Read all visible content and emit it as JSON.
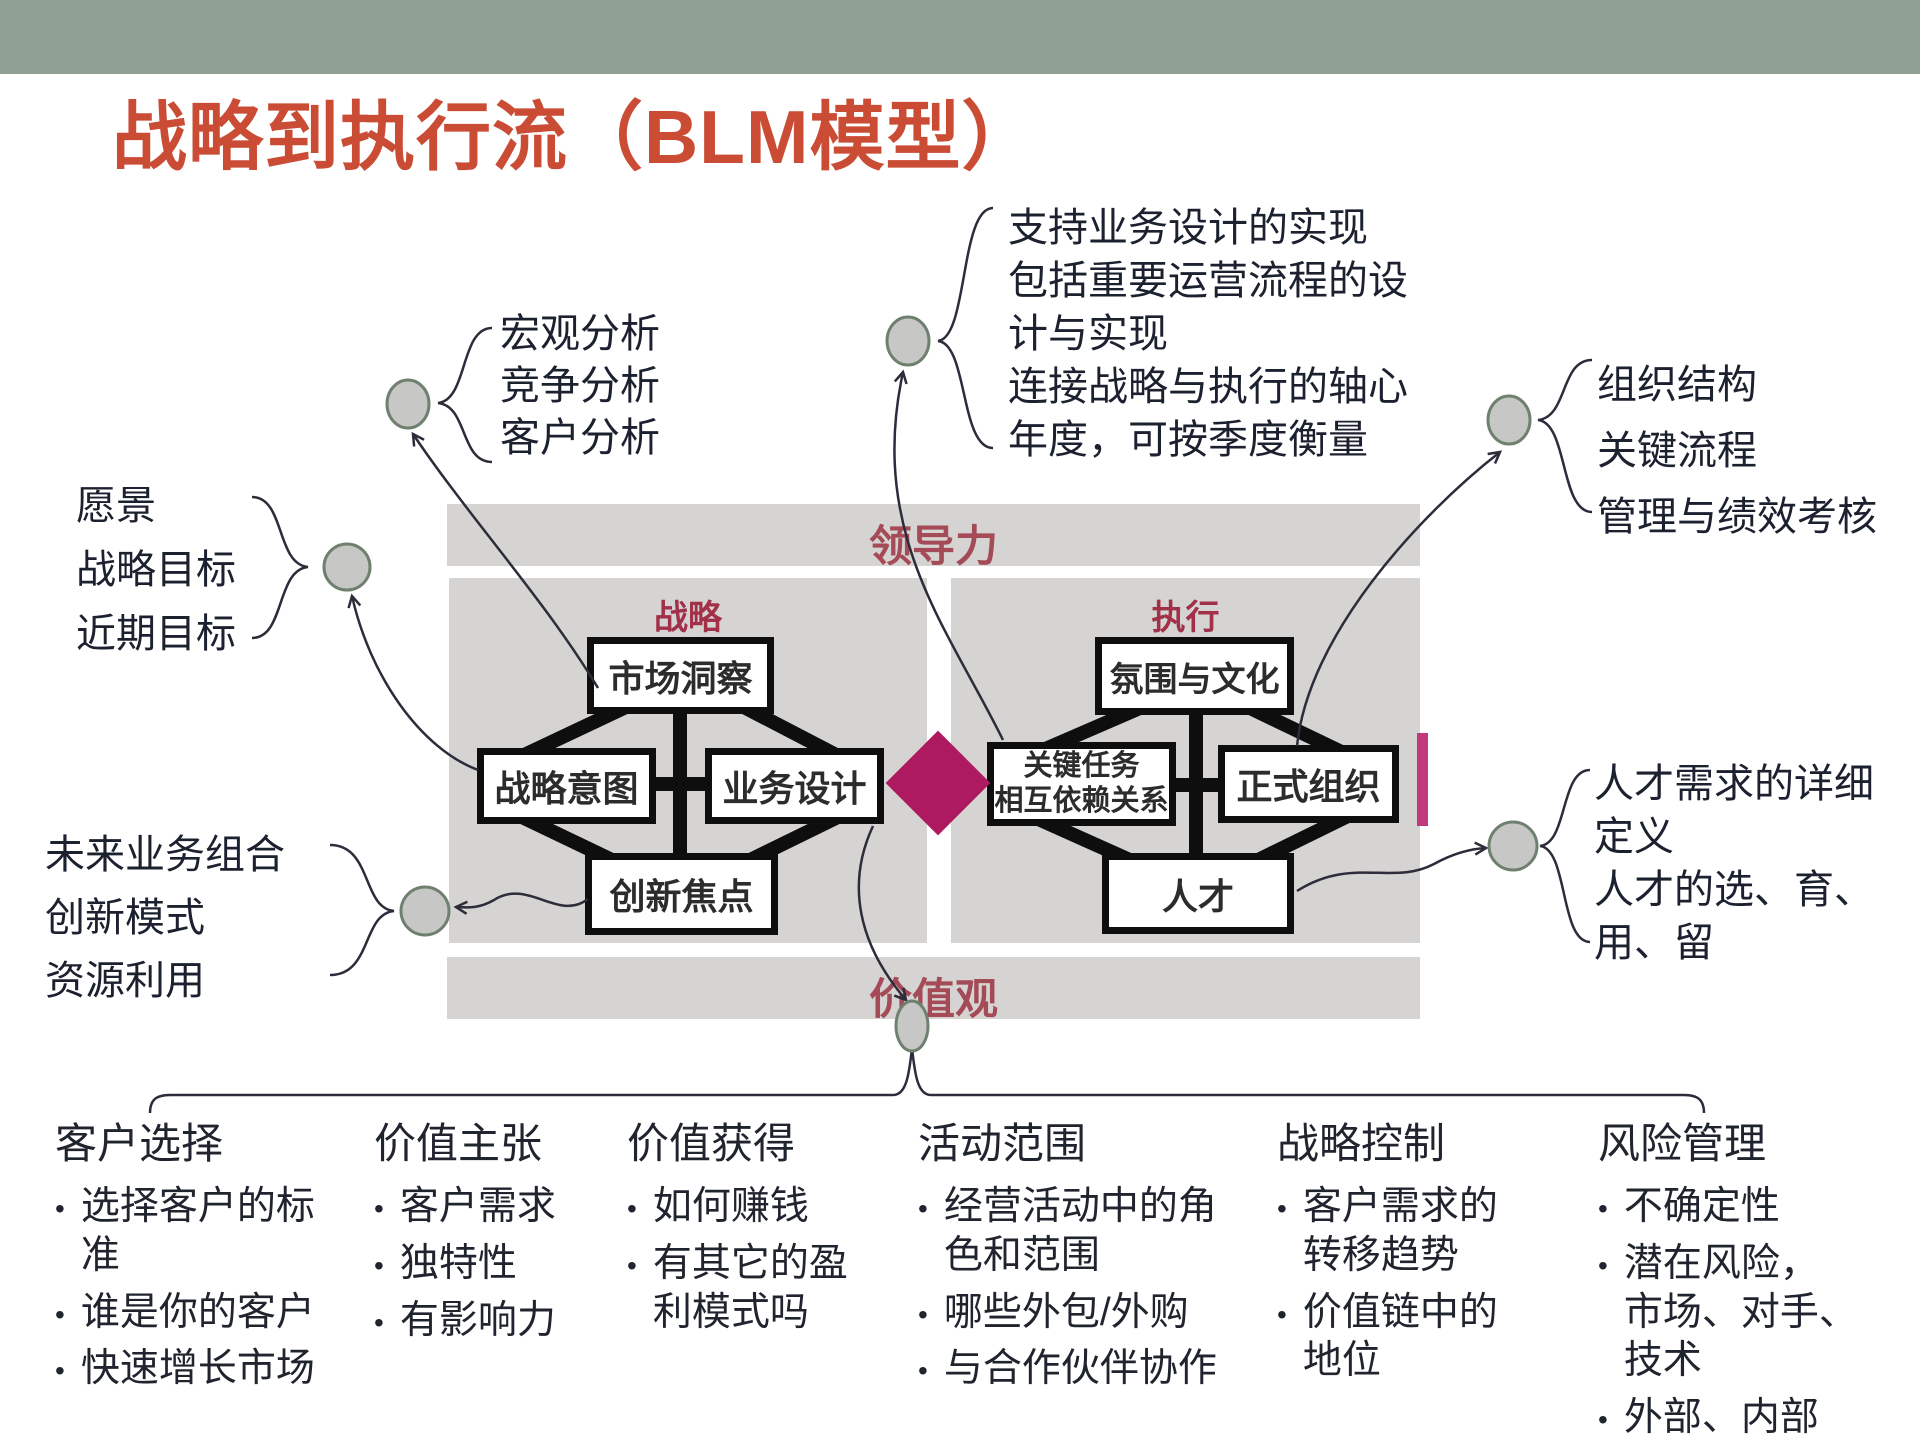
{
  "title": "战略到执行流（BLM模型）",
  "diagram": {
    "leadership_label": "领导力",
    "values_label": "价值观",
    "strategy": {
      "label": "战略",
      "top_box": "市场洞察",
      "left_box": "战略意图",
      "right_box": "业务设计",
      "bottom_box": "创新焦点"
    },
    "execution": {
      "label": "执行",
      "top_box": "氛围与文化",
      "left_box": "关键任务\n相互依赖关系",
      "right_box": "正式组织",
      "bottom_box": "人才"
    }
  },
  "callouts": {
    "market_analysis": {
      "lines": [
        "宏观分析",
        "竞争分析",
        "客户分析"
      ]
    },
    "vision": {
      "lines": [
        "愿景",
        "战略目标",
        "近期目标"
      ]
    },
    "future_business": {
      "lines": [
        "未来业务组合",
        "创新模式",
        "资源利用"
      ]
    },
    "design_support": {
      "lines": [
        "支持业务设计的实现",
        "包括重要运营流程的设",
        "计与实现",
        "连接战略与执行的轴心",
        "年度，可按季度衡量"
      ]
    },
    "organization": {
      "lines": [
        "组织结构",
        "关键流程",
        "管理与绩效考核"
      ]
    },
    "talent": {
      "lines": [
        "人才需求的详细",
        "定义",
        "人才的选、育、",
        "用、留"
      ]
    }
  },
  "bottom_sections": [
    {
      "title": "客户选择",
      "bullets": [
        "选择客户的标\n准",
        "谁是你的客户",
        "快速增长市场"
      ]
    },
    {
      "title": "价值主张",
      "bullets": [
        "客户需求",
        "独特性",
        "有影响力"
      ]
    },
    {
      "title": "价值获得",
      "bullets": [
        "如何赚钱",
        "有其它的盈\n利模式吗"
      ]
    },
    {
      "title": "活动范围",
      "bullets": [
        "经营活动中的角\n色和范围",
        "哪些外包/外购",
        "与合作伙伴协作"
      ]
    },
    {
      "title": "战略控制",
      "bullets": [
        "客户需求的\n转移趋势",
        "价值链中的\n地位"
      ]
    },
    {
      "title": "风险管理",
      "bullets": [
        "不确定性",
        "潜在风险，\n市场、对手、\n技术",
        "外部、内部"
      ]
    }
  ],
  "colors": {
    "top_bar": "#8f9f93",
    "title": "#cb4c35",
    "band_bg": "#d5d4d2",
    "band_text": "#a54b57",
    "panel_label": "#a13048",
    "diamond": "#ad1a5f",
    "stripe": "#c23a7e",
    "connector": "#2c2c3a",
    "circle_fill": "#c7c7c5",
    "circle_stroke": "#70806e"
  }
}
